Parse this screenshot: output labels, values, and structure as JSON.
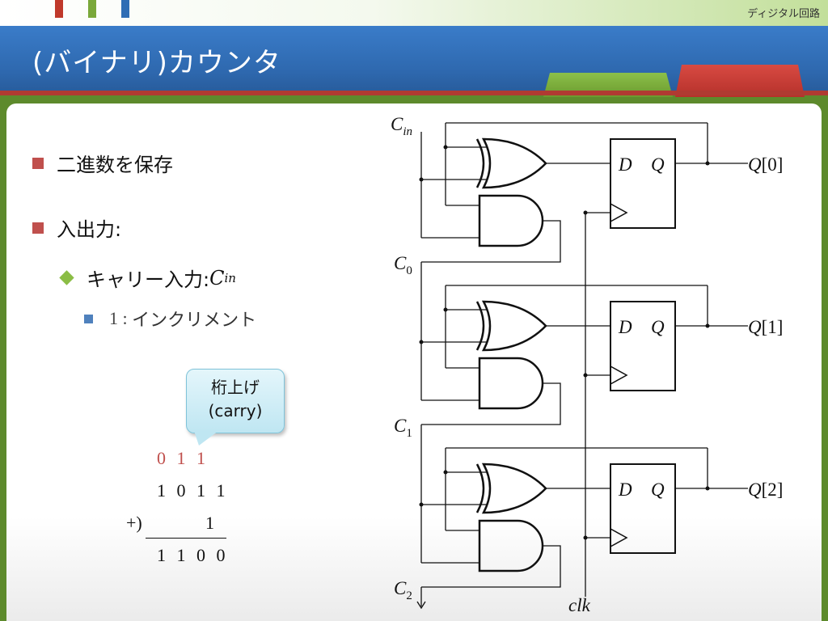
{
  "header": {
    "section_label": "ディジタル回路",
    "title": "(バイナリ)カウンタ"
  },
  "bullets": {
    "b1": "二進数を保存",
    "b2": "入出力:",
    "b3": {
      "text": "キャリー入力:",
      "var": "C",
      "sub": "in"
    },
    "b4": {
      "num": "1",
      "sep": " : ",
      "text": "インクリメント"
    }
  },
  "callout": {
    "line1": "桁上げ",
    "line2": "(carry)"
  },
  "arith": {
    "carry": "0 1 1",
    "operand1": "1 0 1 1",
    "op": "+)",
    "operand2": "1",
    "result": "1 1 0 0"
  },
  "circuit": {
    "cin": {
      "var": "C",
      "sub": "in"
    },
    "carries": [
      {
        "var": "C",
        "sub": "0"
      },
      {
        "var": "C",
        "sub": "1"
      },
      {
        "var": "C",
        "sub": "2"
      }
    ],
    "ff": {
      "d": "D",
      "q": "Q"
    },
    "outputs": [
      {
        "var": "Q",
        "idx": "[0]"
      },
      {
        "var": "Q",
        "idx": "[1]"
      },
      {
        "var": "Q",
        "idx": "[2]"
      }
    ],
    "clk": "clk"
  },
  "colors": {
    "accent_red": "#c0504d",
    "accent_green": "#8bbd45",
    "accent_blue": "#4f81bd",
    "title_bg": "#2e68ae"
  }
}
